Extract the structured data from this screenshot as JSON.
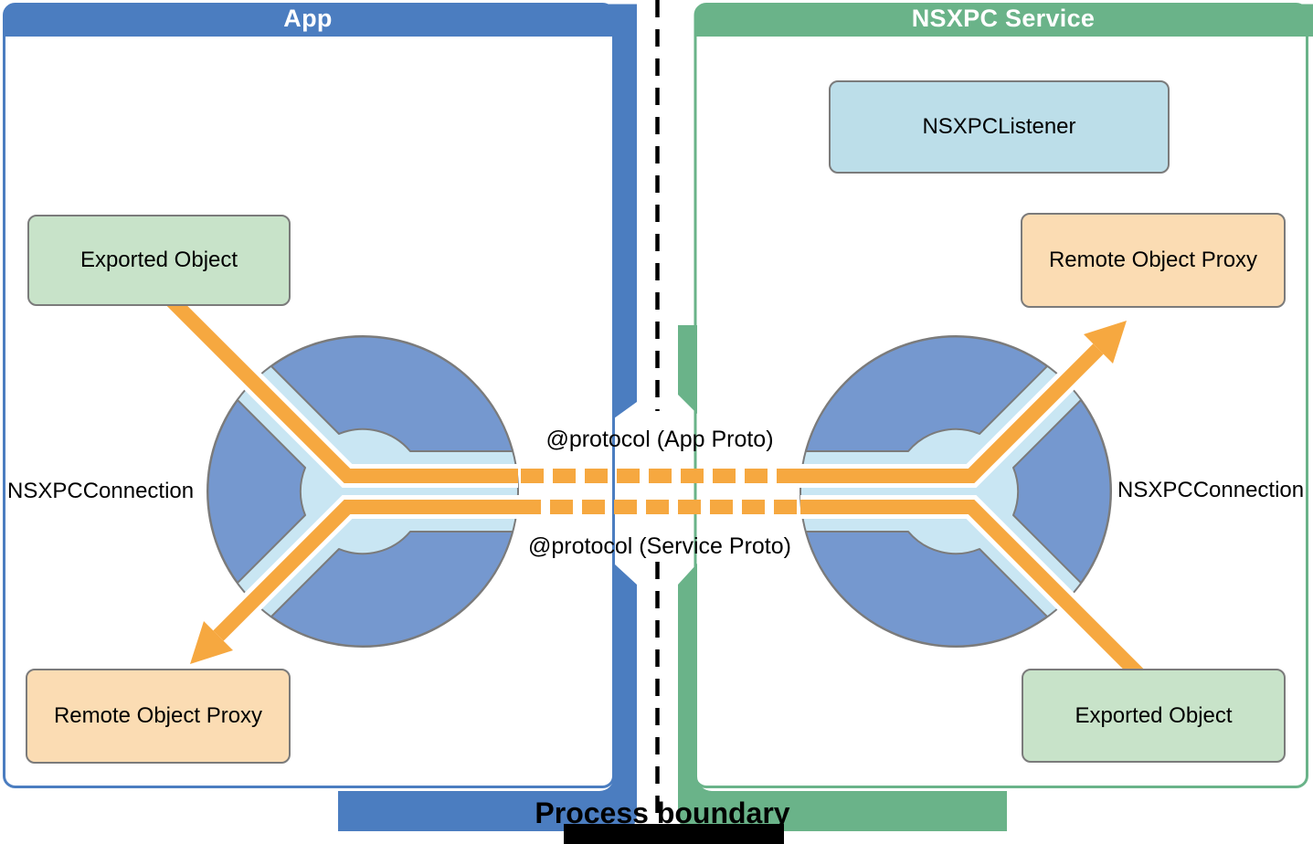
{
  "app_panel": {
    "title": "App",
    "exported_object_label": "Exported Object",
    "remote_object_proxy_label": "Remote Object Proxy",
    "connection_label": "NSXPCConnection"
  },
  "service_panel": {
    "title": "NSXPC Service",
    "listener_label": "NSXPCListener",
    "remote_object_proxy_label": "Remote Object Proxy",
    "exported_object_label": "Exported Object",
    "connection_label": "NSXPCConnection"
  },
  "center": {
    "app_protocol_label": "@protocol (App Proto)",
    "service_protocol_label": "@protocol (Service Proto)",
    "process_boundary_label": "Process boundary"
  },
  "colors": {
    "app_blue": "#4B7DC0",
    "service_green": "#6AB389",
    "connection_circle_blue": "#7598CF",
    "channel_light_blue": "#C9E6F3",
    "listener_box_blue": "#BCDEE9",
    "exported_box_green": "#C8E3C9",
    "proxy_box_orange": "#FBDCB3",
    "arrow_orange": "#F6A840",
    "outline_gray": "#7B7B7B",
    "boundary_line_black": "#000000"
  }
}
